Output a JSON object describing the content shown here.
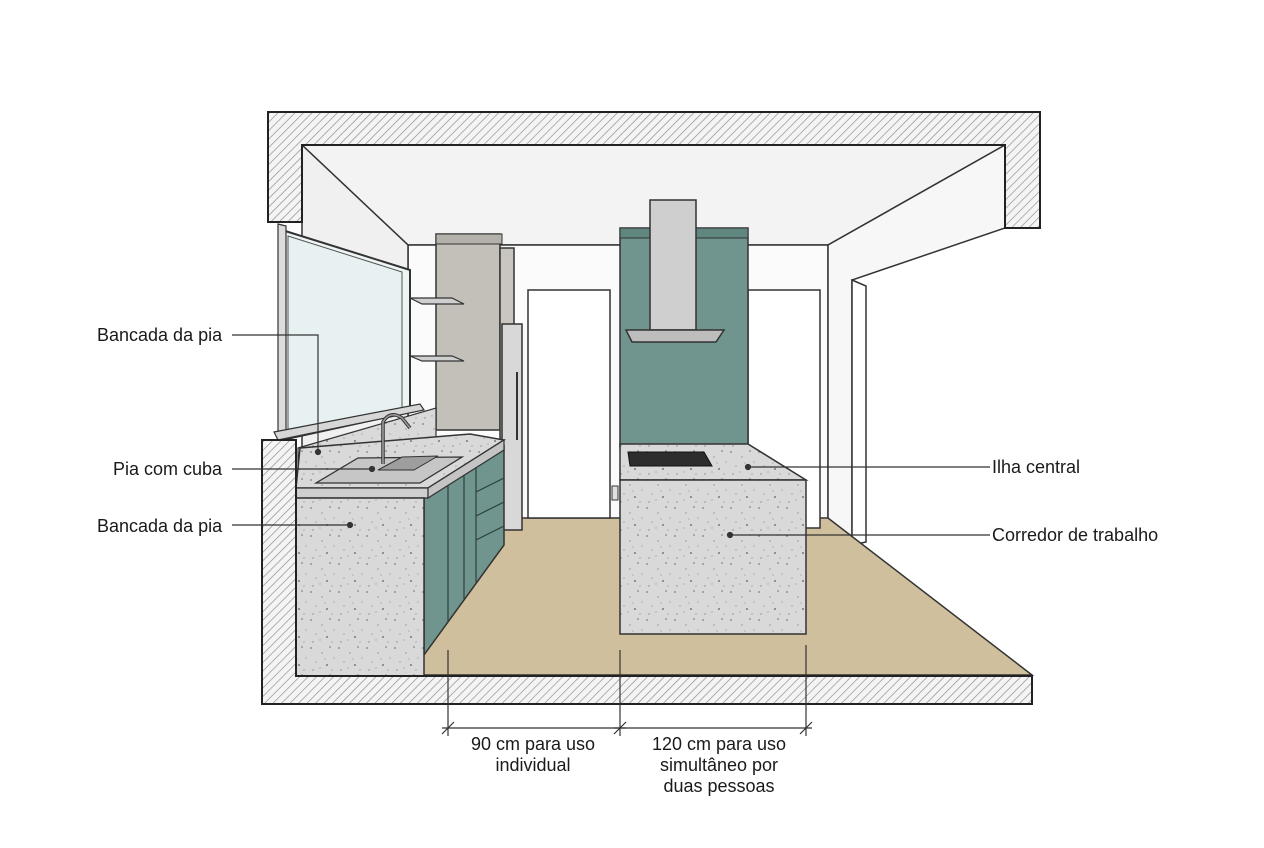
{
  "labels": {
    "bancada_top": "Bancada da pia",
    "pia": "Pia com cuba",
    "bancada_bottom": "Bancada da pia",
    "ilha": "Ilha central",
    "corredor": "Corredor de trabalho"
  },
  "dimensions": {
    "d90": "90 cm para uso\nindividual",
    "d120": "120 cm para uso\nsimultâneo por\nduas pessoas"
  },
  "colors": {
    "floor": "#cfbf9c",
    "teal": "#6f958e",
    "concrete": "#d7d7d7",
    "wall": "#ececec",
    "hatch": "#8a8a8a"
  }
}
